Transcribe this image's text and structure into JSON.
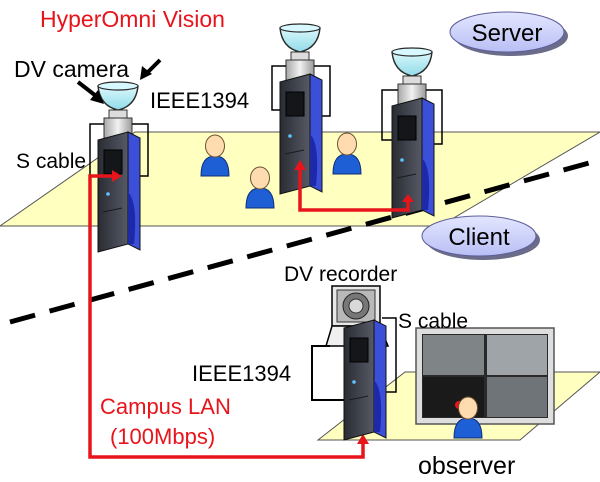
{
  "labels": {
    "hyperomni": "HyperOmni Vision",
    "dv_camera": "DV camera",
    "ieee_top": "IEEE1394",
    "s_cable_top": "S cable",
    "server": "Server",
    "client": "Client",
    "dv_recorder": "DV recorder",
    "s_cable_bottom": "S cable",
    "ieee_bottom": "IEEE1394",
    "campus_lan": "Campus LAN",
    "lan_speed": "(100Mbps)",
    "observer": "observer"
  },
  "colors": {
    "accent_red": "#e8141b",
    "floor_fill": "#ffffbf",
    "pill_fill": "#cfd3ff",
    "person_body": "#1f5fd6",
    "person_head": "#ffdcb0",
    "tower_dark": "#3a3d47",
    "tower_blue": "#3a50d8",
    "dome_cyan": "#b8f3ff"
  },
  "icons": [
    "omni-camera-icon",
    "pc-tower-icon",
    "person-icon",
    "dv-recorder-icon",
    "video-monitor-icon"
  ]
}
